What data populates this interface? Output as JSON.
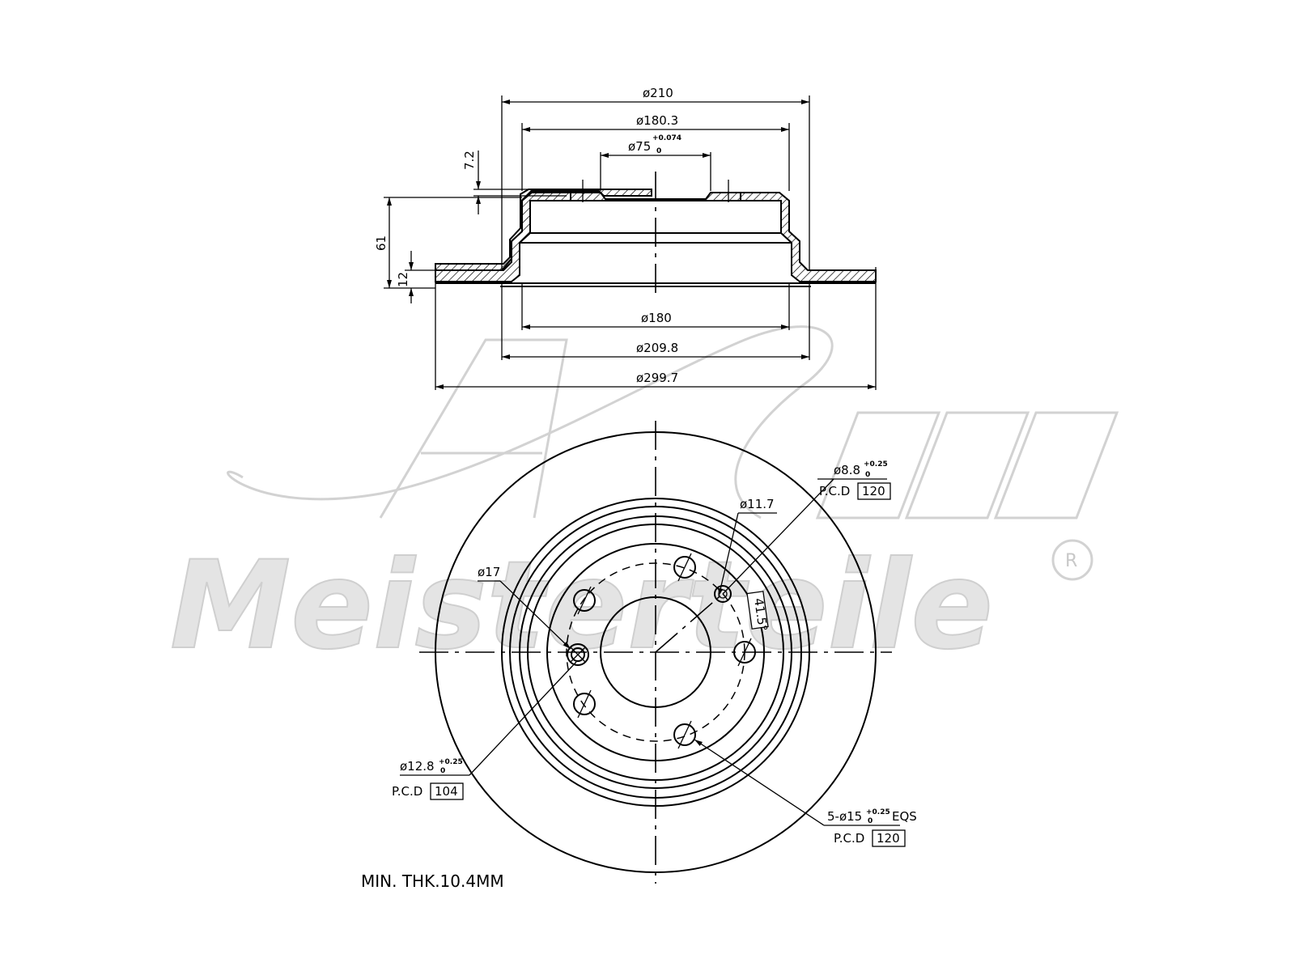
{
  "watermark": {
    "brand_text": "Meisterteile",
    "registered_mark": "R"
  },
  "side_view": {
    "dim_overall_top": "ø210",
    "dim_hat_outer": "ø180.3",
    "dim_center_bore": "ø75",
    "dim_center_bore_tol_upper": "+0.074",
    "dim_center_bore_tol_lower": "0",
    "dim_hat_offset": "7.2",
    "dim_total_height": "61",
    "dim_disc_thickness": "12",
    "dim_inner_180": "ø180",
    "dim_inner_2098": "ø209.8",
    "dim_outer_2997": "ø299.7"
  },
  "front_view": {
    "hole_88_label": "ø8.8",
    "hole_88_tol_upper": "+0.25",
    "hole_88_tol_lower": "0",
    "pcd_label": "P.C.D",
    "pcd_120_value": "120",
    "dim_117": "ø11.7",
    "angle_label": "41.5°",
    "dim_17": "ø17",
    "hole_128_label": "ø12.8",
    "hole_128_tol_upper": "+0.25",
    "hole_128_tol_lower": "0",
    "pcd_104_value": "104",
    "bolt_holes_label": "5-ø15",
    "bolt_holes_tol_upper": "+0.25",
    "bolt_holes_tol_lower": "0",
    "bolt_holes_suffix": "EQS",
    "pcd_120_bottom_value": "120"
  },
  "note": {
    "min_thickness": "MIN. THK.10.4MM"
  }
}
